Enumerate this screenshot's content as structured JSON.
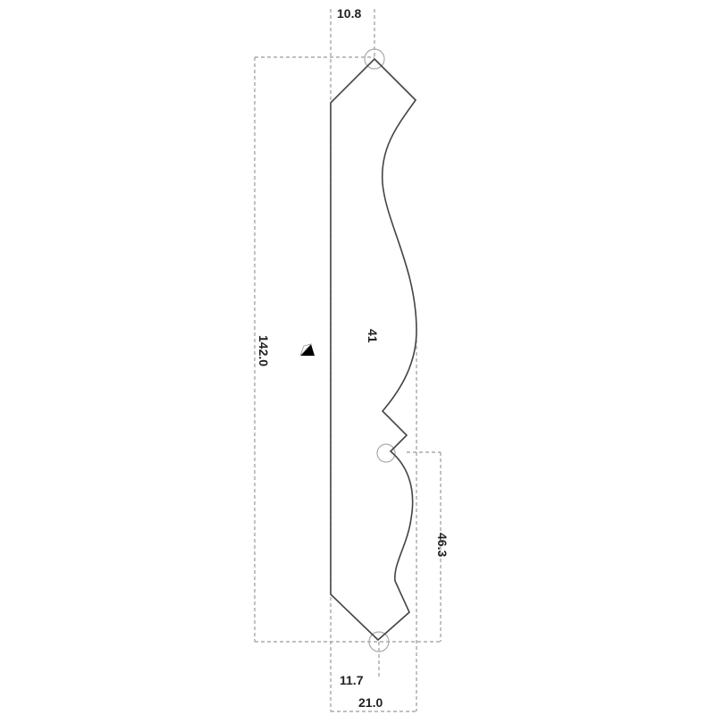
{
  "drawing": {
    "profile_number": "41",
    "dimensions": {
      "top_offset": "10.8",
      "height": "142.0",
      "notch_height": "46.3",
      "bottom_offset": "11.7",
      "width": "21.0"
    },
    "colors": {
      "outline": "#444444",
      "dimension": "#9a9a9a"
    }
  }
}
